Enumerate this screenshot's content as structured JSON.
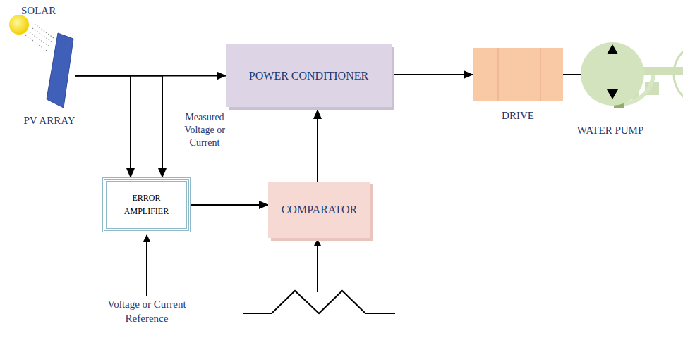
{
  "diagram": {
    "nodes": [
      {
        "text": [
          "PV ARRAY"
        ]
      },
      {
        "text": [
          "POWER CONDITIONER"
        ]
      },
      {
        "text": [
          "DRIVE"
        ]
      },
      {
        "text": [
          "WATER PUMP"
        ]
      },
      {
        "text": [
          "ERROR AMPLIFIER"
        ]
      },
      {
        "text": [
          "COMPARATOR"
        ]
      }
    ],
    "edges": [
      {
        "from": 0,
        "to": 1,
        "arrow": "to"
      },
      {
        "from": 1,
        "to": 2,
        "arrow": "to"
      },
      {
        "from": 2,
        "to": 3,
        "arrow": "none"
      },
      {
        "from": 0,
        "to": 4,
        "arrow": "to"
      },
      {
        "from": 0,
        "to": 4,
        "arrow": "to"
      },
      {
        "from": 4,
        "to": 5,
        "arrow": "to"
      },
      {
        "from": 5,
        "to": 1,
        "arrow": "to"
      }
    ],
    "labels": [
      "SOLAR",
      "Measured Voltage or Current",
      "Voltage or Current Reference"
    ]
  }
}
